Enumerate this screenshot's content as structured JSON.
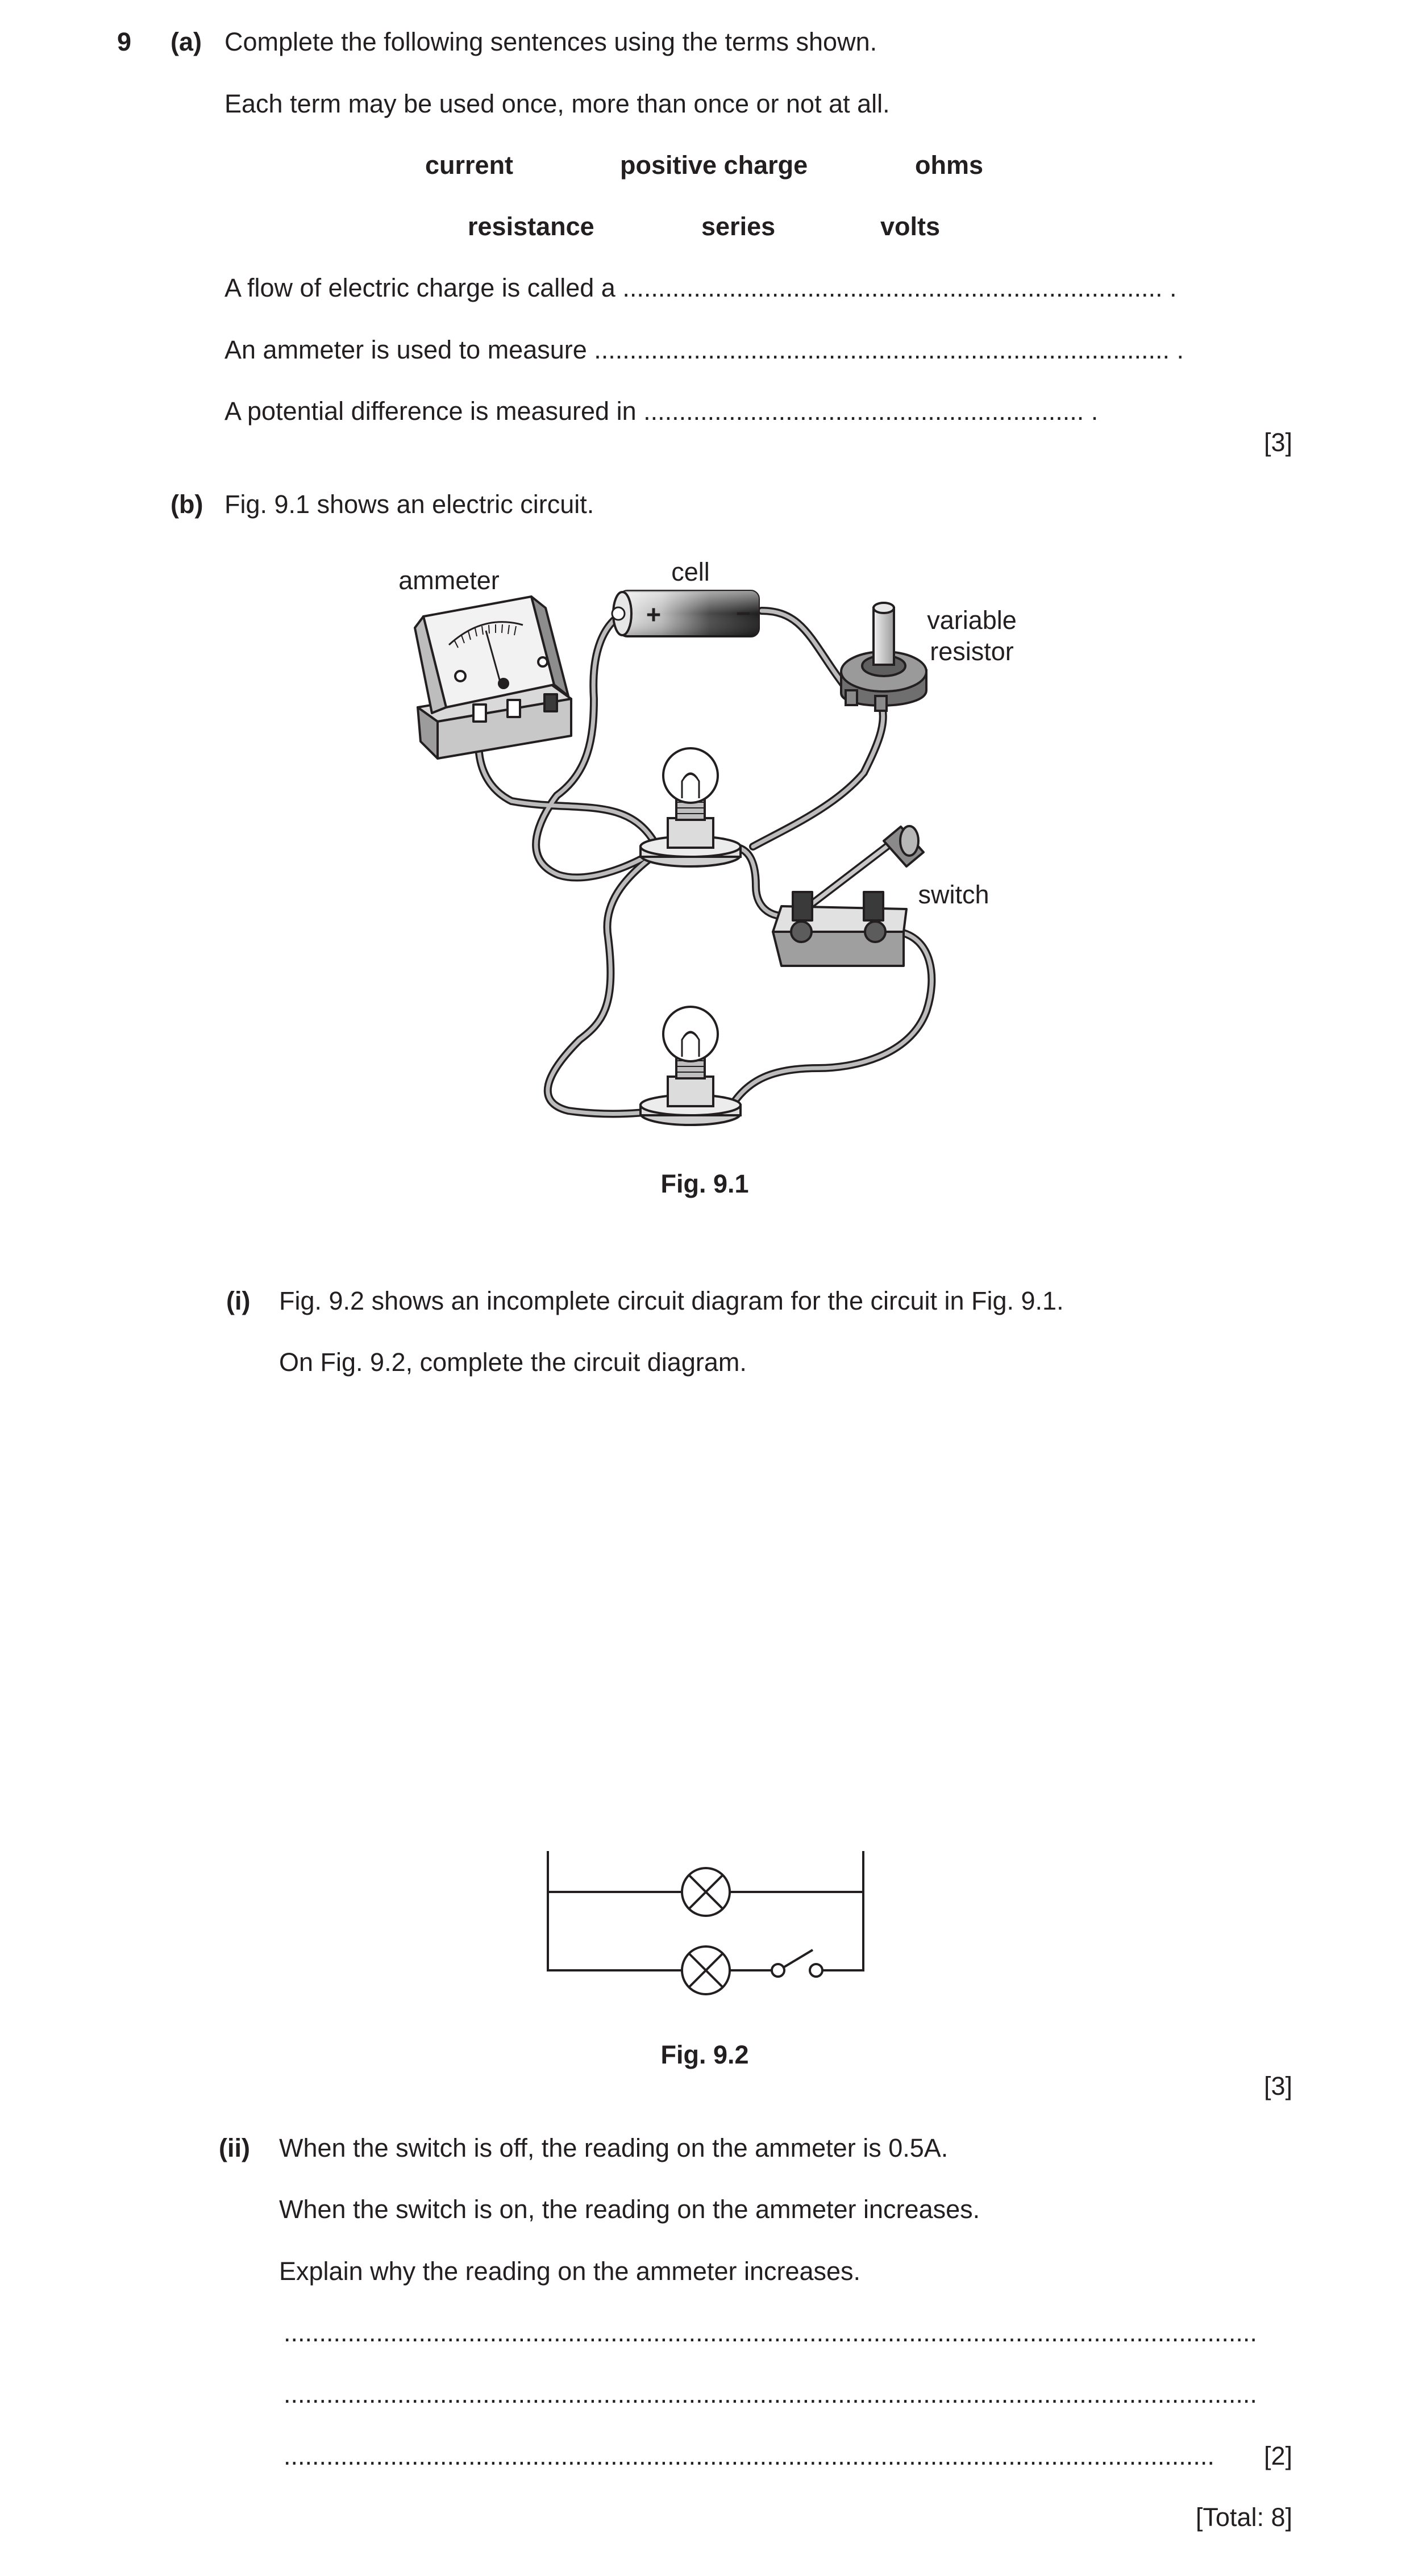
{
  "question": {
    "number": "9",
    "part_a": {
      "label": "(a)",
      "intro": "Complete the following sentences using the terms shown.",
      "instruction": "Each term may be used once, more than once or not at all.",
      "terms_row1": [
        "current",
        "positive charge",
        "ohms"
      ],
      "terms_row2": [
        "resistance",
        "series",
        "volts"
      ],
      "sentences": [
        "A flow of electric charge is called a ............................................................................ .",
        "An ammeter is used to measure ................................................................................. .",
        "A potential difference is measured in .............................................................. ."
      ],
      "marks": "[3]"
    },
    "part_b": {
      "label": "(b)",
      "intro": "Fig. 9.1 shows an electric circuit.",
      "fig1": {
        "labels": {
          "ammeter": "ammeter",
          "cell": "cell",
          "variable_resistor_line1": "variable",
          "variable_resistor_line2": "resistor",
          "switch": "switch",
          "plus": "+",
          "minus": "−"
        },
        "caption": "Fig. 9.1"
      },
      "sub_i": {
        "label": "(i)",
        "line1": "Fig. 9.2 shows an incomplete circuit diagram for the circuit in Fig. 9.1.",
        "line2": "On Fig. 9.2, complete the circuit diagram.",
        "caption": "Fig. 9.2",
        "marks": "[3]"
      },
      "sub_ii": {
        "label": "(ii)",
        "line1": "When the switch is off, the reading on the ammeter is 0.5A.",
        "line2": "When the switch is on, the reading on the ammeter increases.",
        "line3": "Explain why the reading on the ammeter increases.",
        "answer_line1": ".........................................................................................................................................",
        "answer_line2": ".........................................................................................................................................",
        "answer_line3": "...................................................................................................................................",
        "marks": "[2]"
      }
    },
    "total": "[Total: 8]"
  }
}
